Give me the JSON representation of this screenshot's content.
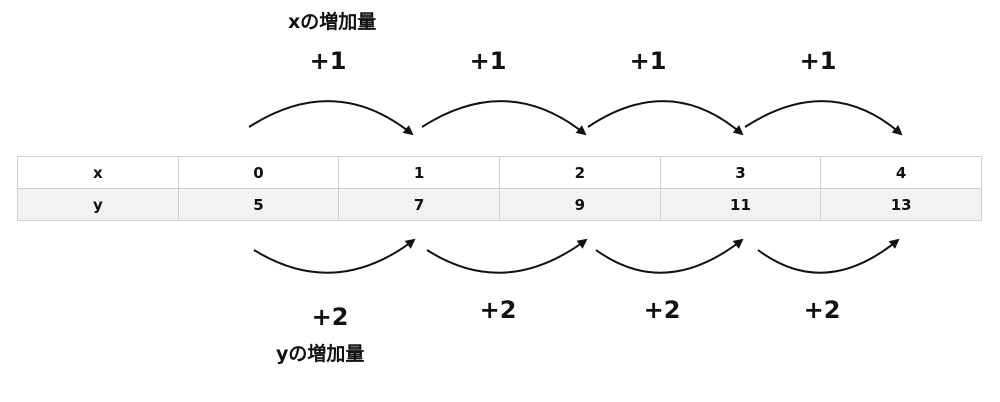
{
  "x_increment_title": "xの増加量",
  "y_increment_title": "yの増加量",
  "x_increments": [
    "+1",
    "+1",
    "+1",
    "+1"
  ],
  "y_increments": [
    "+2",
    "+2",
    "+2",
    "+2"
  ],
  "table": {
    "rows": [
      {
        "label": "x",
        "values": [
          "0",
          "1",
          "2",
          "3",
          "4"
        ]
      },
      {
        "label": "y",
        "values": [
          "5",
          "7",
          "9",
          "11",
          "13"
        ]
      }
    ]
  },
  "colors": {
    "arrow": "#111111",
    "border": "#cfcfcf",
    "row_y_bg": "#f2f2f2"
  }
}
